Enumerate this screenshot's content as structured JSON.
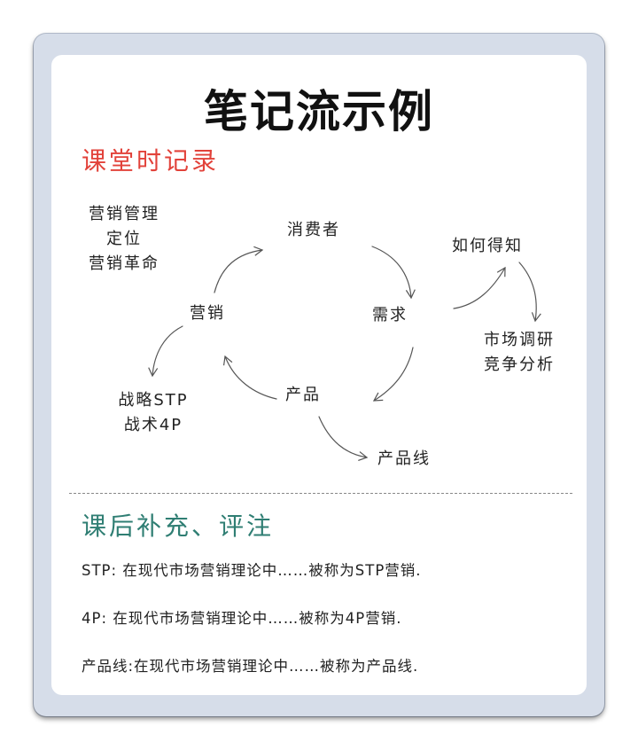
{
  "title": "笔记流示例",
  "class_notes": {
    "heading": "课堂时记录",
    "topics": [
      "营销管理",
      "定位",
      "营销革命"
    ],
    "nodes": {
      "consumer": "消费者",
      "demand": "需求",
      "product": "产品",
      "marketing": "营销",
      "how_to_know": "如何得知",
      "research": [
        "市场调研",
        "竞争分析"
      ],
      "strategy": [
        "战略STP",
        "战术4P"
      ],
      "product_line": "产品线"
    }
  },
  "after_class": {
    "heading": "课后补充、评注",
    "notes": [
      "STP: 在现代市场营销理论中……被称为STP营销.",
      "4P: 在现代市场营销理论中……被称为4P营销.",
      "产品线:在现代市场营销理论中……被称为产品线."
    ]
  }
}
